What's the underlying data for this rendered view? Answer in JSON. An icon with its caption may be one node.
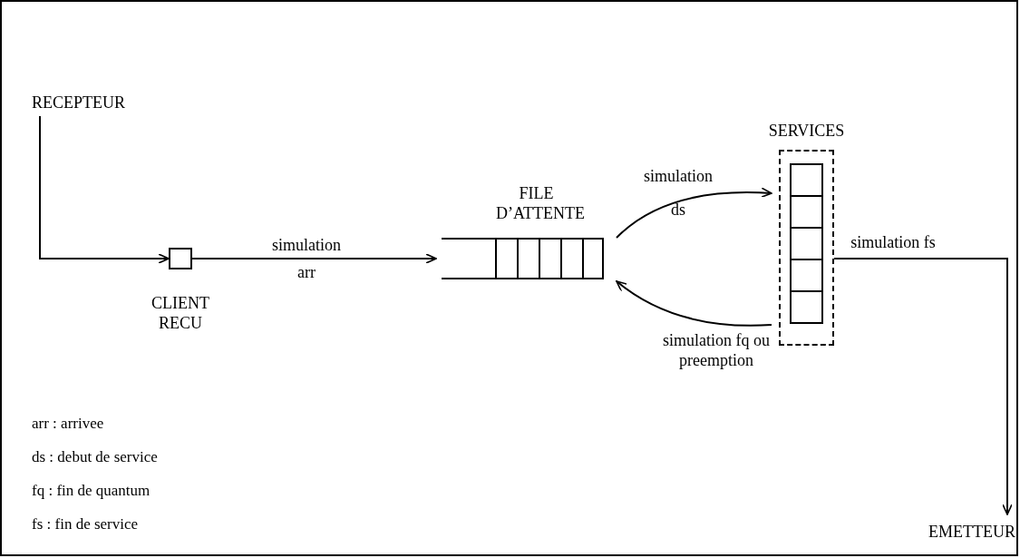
{
  "diagram": {
    "nodes": [
      {
        "text": [
          "RECEPTEUR"
        ]
      },
      {
        "text": [
          "CLIENT RECU"
        ]
      },
      {
        "text": [
          "FILE D’ATTENTE"
        ]
      },
      {
        "text": [
          "SERVICES"
        ]
      },
      {
        "text": [
          "EMETTEUR"
        ]
      }
    ],
    "edges": [
      {
        "from": 0,
        "to": 1,
        "arrow": "to"
      },
      {
        "from": 1,
        "to": 2,
        "arrow": "to",
        "label": "simulation arr"
      },
      {
        "from": 2,
        "to": 3,
        "arrow": "to",
        "label": "simulation ds"
      },
      {
        "from": 3,
        "to": 2,
        "arrow": "to",
        "label": "simulation fq ou preemption"
      },
      {
        "from": 3,
        "to": 4,
        "arrow": "to",
        "label": "simulation fs"
      }
    ],
    "labels": [
      "arr : arrivee",
      "ds : debut de service",
      "fq : fin de quantum",
      "fs : fin de service"
    ]
  }
}
